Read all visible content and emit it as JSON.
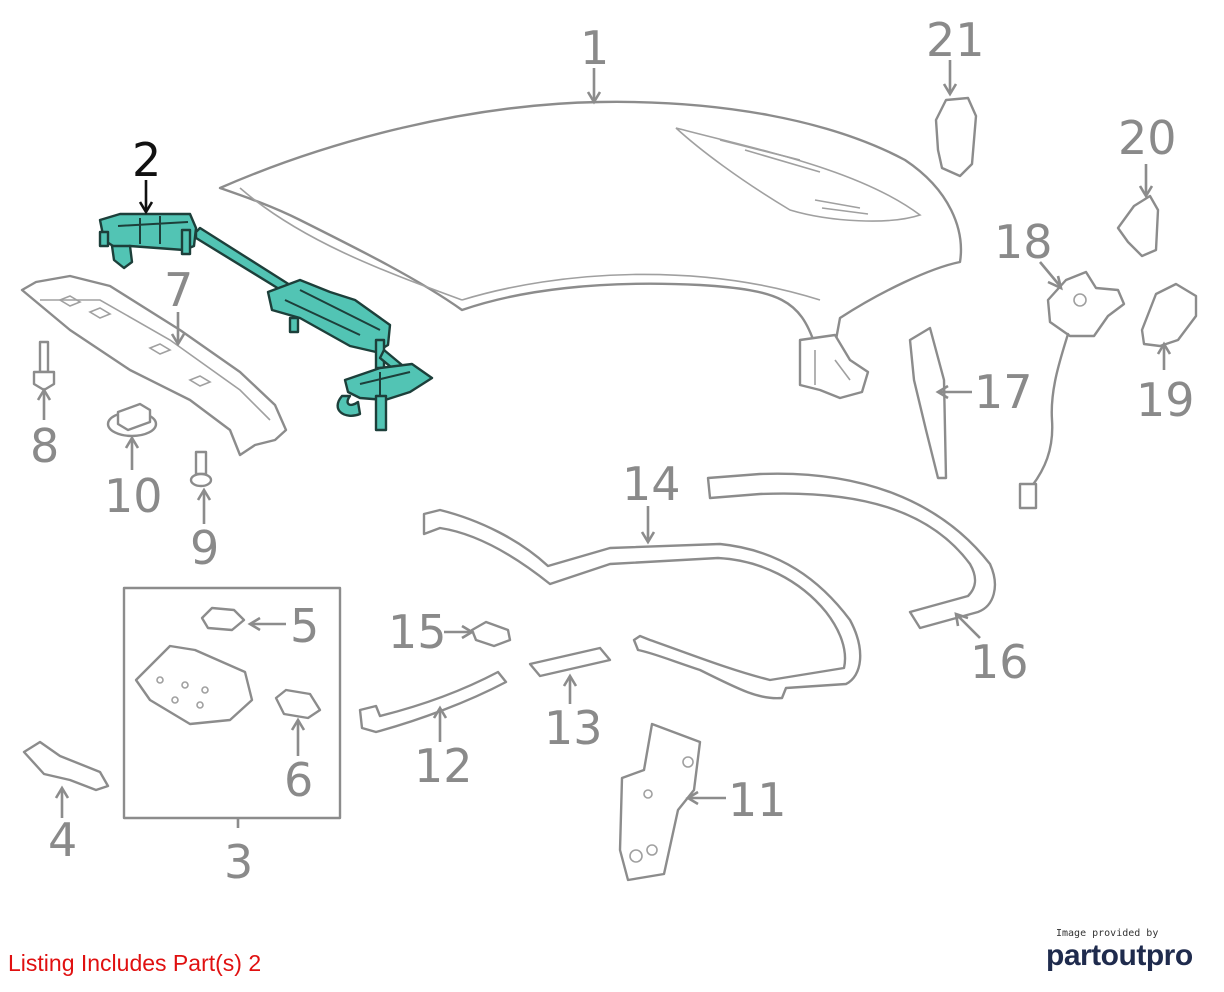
{
  "diagram": {
    "callouts": [
      {
        "id": "c1",
        "label": "1"
      },
      {
        "id": "c2",
        "label": "2",
        "highlighted": true
      },
      {
        "id": "c3",
        "label": "3"
      },
      {
        "id": "c4",
        "label": "4"
      },
      {
        "id": "c5",
        "label": "5"
      },
      {
        "id": "c6",
        "label": "6"
      },
      {
        "id": "c7",
        "label": "7"
      },
      {
        "id": "c8",
        "label": "8"
      },
      {
        "id": "c9",
        "label": "9"
      },
      {
        "id": "c10",
        "label": "10"
      },
      {
        "id": "c11",
        "label": "11"
      },
      {
        "id": "c12",
        "label": "12"
      },
      {
        "id": "c13",
        "label": "13"
      },
      {
        "id": "c14",
        "label": "14"
      },
      {
        "id": "c15",
        "label": "15"
      },
      {
        "id": "c16",
        "label": "16"
      },
      {
        "id": "c17",
        "label": "17"
      },
      {
        "id": "c18",
        "label": "18"
      },
      {
        "id": "c19",
        "label": "19"
      },
      {
        "id": "c20",
        "label": "20"
      },
      {
        "id": "c21",
        "label": "21"
      }
    ],
    "highlight_color": "#52c4b4",
    "line_color": "#8c8c8c"
  },
  "footer": {
    "listing": "Listing Includes Part(s) 2",
    "listing_color": "#e01010",
    "brand_caption": "Image provided by",
    "brand_logo": "partoutpro"
  }
}
